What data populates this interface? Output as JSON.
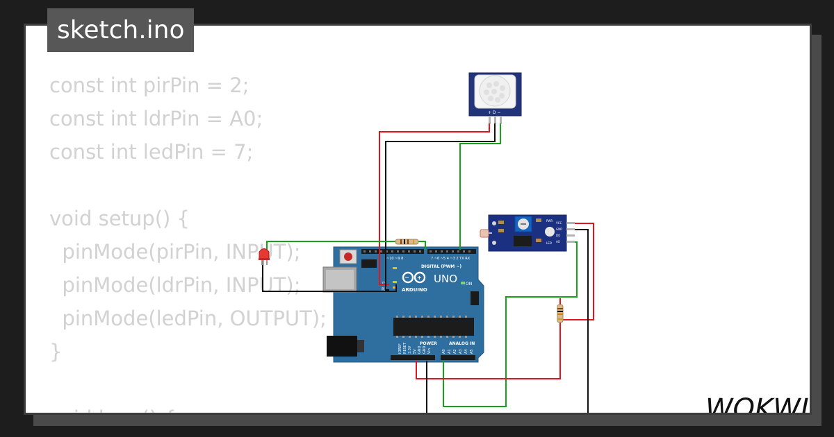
{
  "tab": {
    "title": "sketch.ino"
  },
  "code": {
    "lines": [
      "const int pirPin = 2;",
      "const int ldrPin = A0;",
      "const int ledPin = 7;",
      "",
      "void setup() {",
      "  pinMode(pirPin, INPUT);",
      "  pinMode(ldrPin, INPUT);",
      "  pinMode(ledPin, OUTPUT);",
      "}",
      "",
      "void loop() {"
    ]
  },
  "arduino": {
    "logo_text": "ARDUINO",
    "model": "UNO",
    "digital_label": "DIGITAL (PWM ~)",
    "power_label": "POWER",
    "analog_label": "ANALOG IN",
    "on_label": "ON",
    "tx_label": "TX",
    "rx_label": "RX",
    "l_label": "L",
    "analog_pins": [
      "A0",
      "A1",
      "A2",
      "A3",
      "A4",
      "A5"
    ],
    "power_pins": [
      "IOREF",
      "RESET",
      "3.3V",
      "5V",
      "GND",
      "GND",
      "Vin"
    ]
  },
  "pir_sensor": {
    "pin_labels": "+ D −"
  },
  "ldr_module": {
    "pin_labels": [
      "VCC",
      "GND",
      "DO",
      "AO"
    ],
    "led_labels": [
      "PWR",
      "LED"
    ]
  },
  "brand": {
    "logo": "WOKWI"
  },
  "colors": {
    "board": "#2f6fa0",
    "wire_red": "#e4141a",
    "wire_black": "#111111",
    "wire_green": "#16a31a",
    "code_text": "#d2d2d2"
  }
}
